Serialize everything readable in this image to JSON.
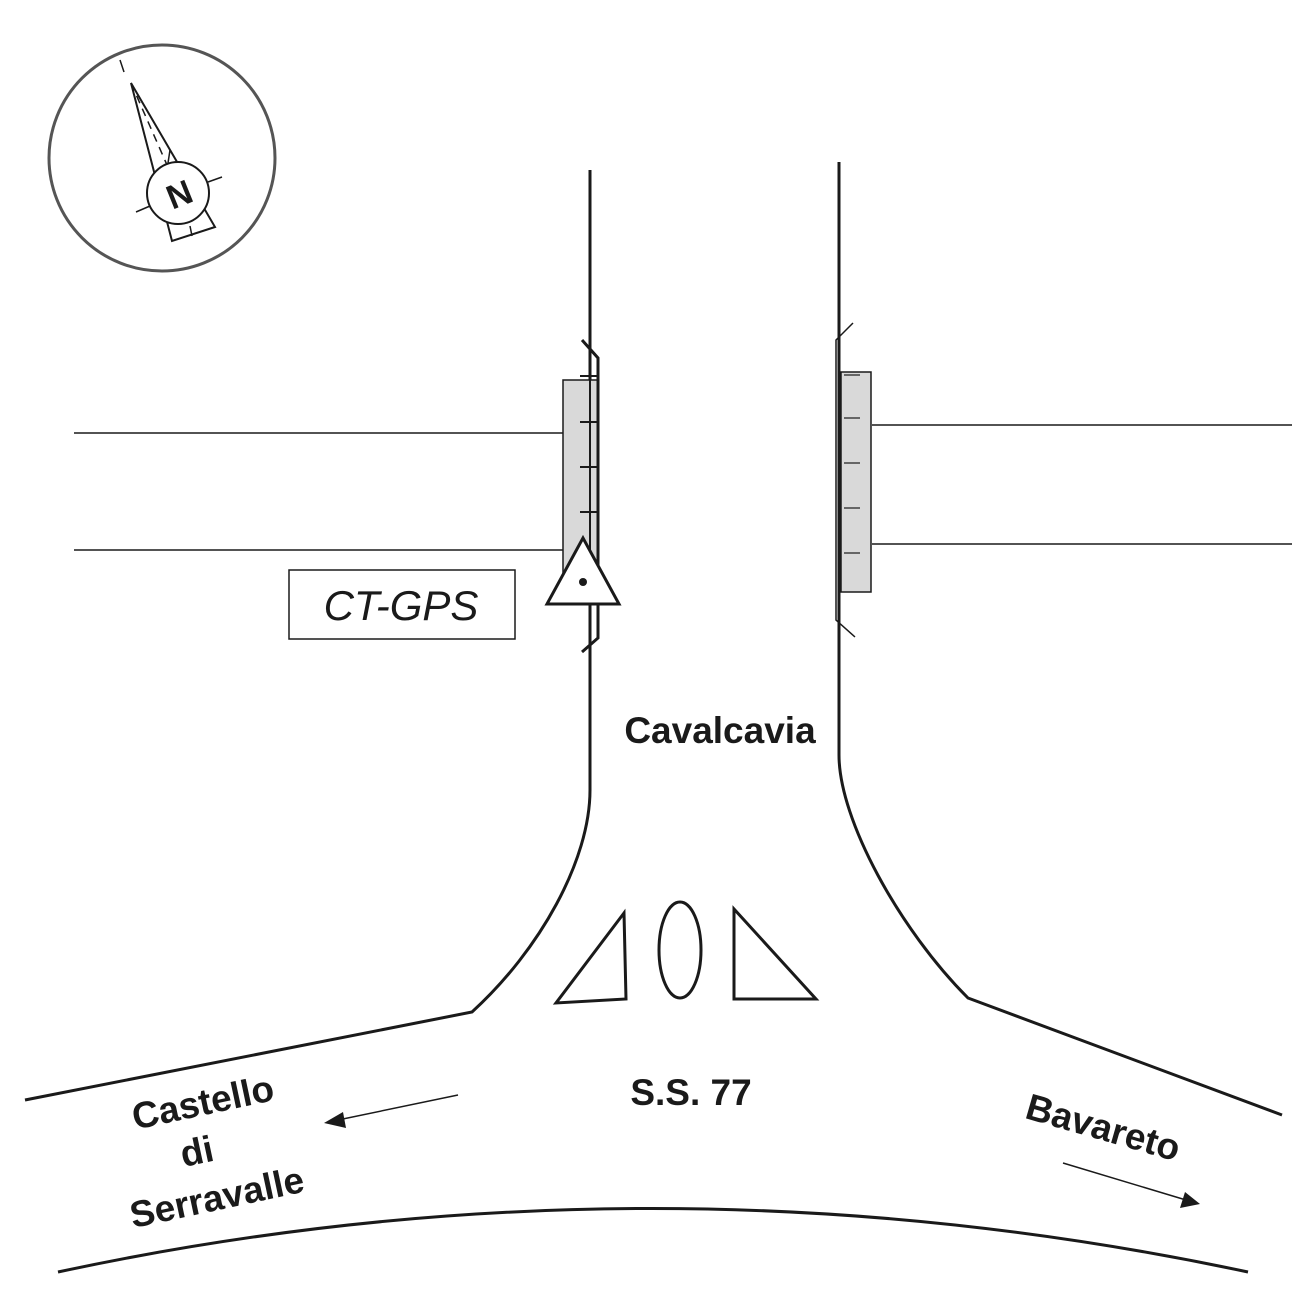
{
  "compass": {
    "letter": "N",
    "icon": "north-arrow-icon"
  },
  "station": {
    "code": "CT-GPS",
    "icon": "triangle-station-icon"
  },
  "labels": {
    "overpass": "Cavalcavia",
    "road": "S.S. 77",
    "destination_left": [
      "Castello",
      "di",
      "Serravalle"
    ],
    "destination_right": "Bavareto"
  },
  "colors": {
    "line": "#1a1a1a",
    "abutment_fill": "#d9d9d9",
    "compass_ring": "#555555"
  }
}
